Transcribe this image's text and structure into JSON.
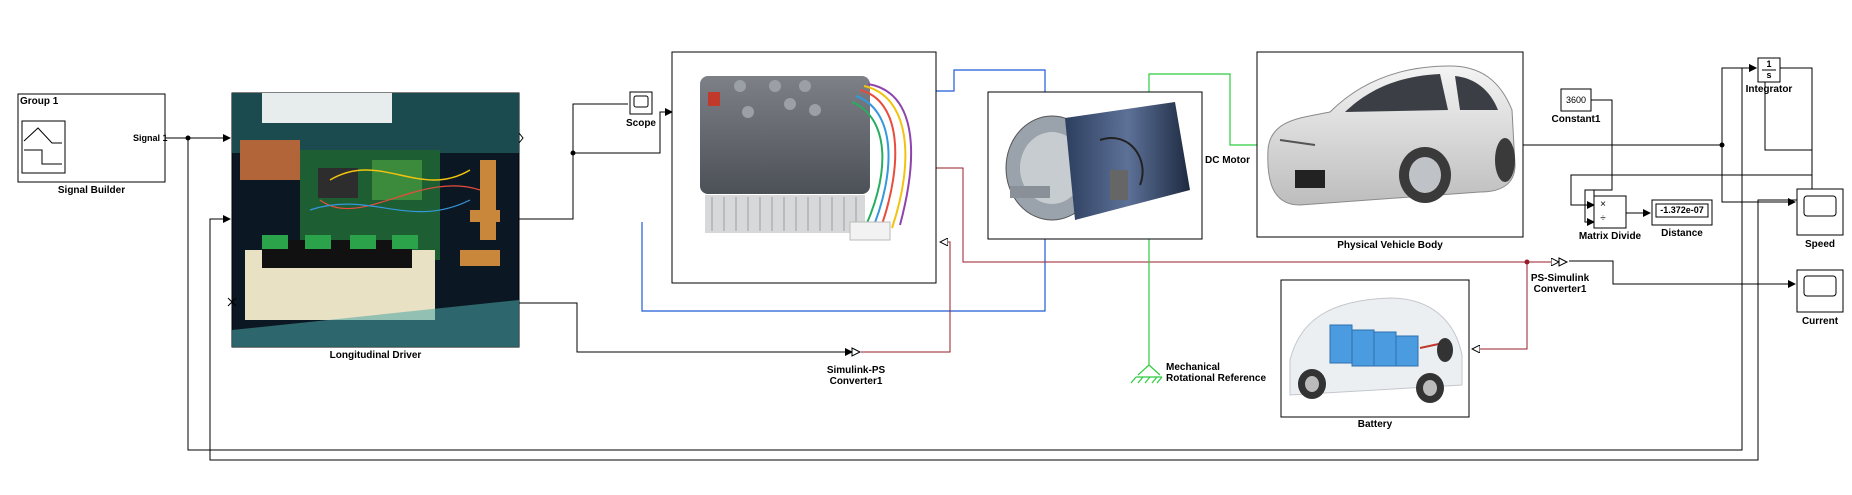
{
  "blocks": {
    "signal_builder": {
      "group": "Group 1",
      "port": "Signal 1",
      "name": "Signal Builder"
    },
    "longitudinal_driver": {
      "name": "Longitudinal Driver"
    },
    "scope": {
      "name": "Scope"
    },
    "simulink_ps": {
      "name_line1": "Simulink-PS",
      "name_line2": "Converter1"
    },
    "dc_motor": {
      "name": "DC Motor"
    },
    "mech_ref": {
      "name_line1": "Mechanical",
      "name_line2": "Rotational Reference"
    },
    "vehicle_body": {
      "name": "Physical Vehicle Body"
    },
    "battery": {
      "name": "Battery"
    },
    "constant1": {
      "value": "3600",
      "name": "Constant1"
    },
    "matrix_divide": {
      "name": "Matrix Divide",
      "op_top": "×",
      "op_bottom": "÷"
    },
    "distance": {
      "value": "-1.372e-07",
      "name": "Distance"
    },
    "integrator": {
      "num": "1",
      "den": "s",
      "name": "Integrator"
    },
    "ps_simulink": {
      "name_line1": "PS-Simulink",
      "name_line2": "Converter1"
    },
    "speed": {
      "name": "Speed"
    },
    "current": {
      "name": "Current"
    }
  },
  "colors": {
    "signal_line": "#000000",
    "electrical_line": "#1f5bd6",
    "physical_line": "#9b1b2a",
    "mechanical_line": "#2ecc40"
  },
  "icons": [
    "scope-icon",
    "signal-builder-icon",
    "ground-icon",
    "controller-image",
    "motor-image",
    "car-image",
    "battery-image"
  ]
}
